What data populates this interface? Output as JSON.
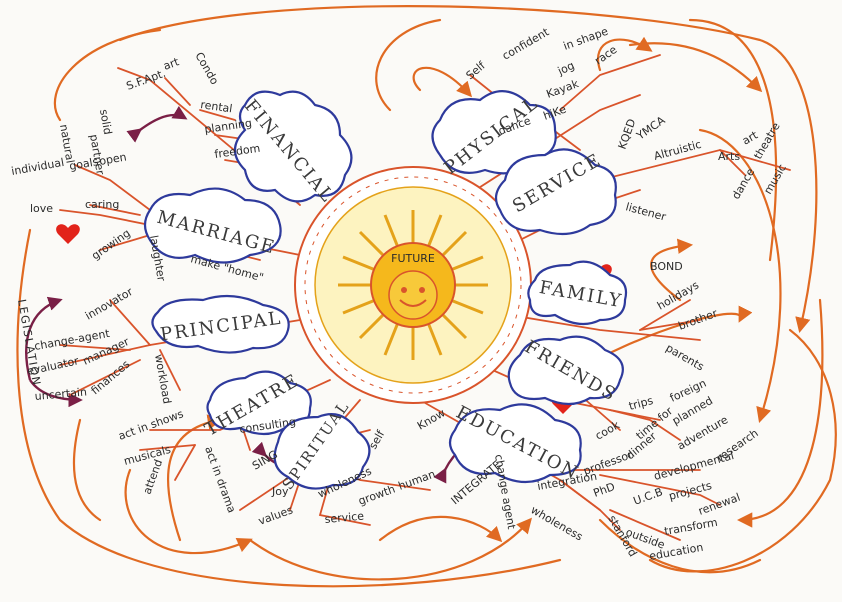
{
  "center": {
    "label": "FUTURE"
  },
  "hubs": {
    "financial": "FINANCIAL",
    "physical": "PHYSICAL",
    "service": "SERVICE",
    "marriage": "MARRIAGE",
    "family": "FAMILY",
    "principal": "PRINCIPAL",
    "friends": "FRIENDS",
    "theatre": "THEATRE",
    "spiritual": "SPIRITUAL",
    "education": "EDUCATION"
  },
  "words": {
    "condo": "Condo",
    "art_fin": "art",
    "sfapt": "S.F.Apt.",
    "rental": "rental",
    "planning": "planning",
    "freedom": "freedom",
    "solid": "solid",
    "partner": "partner",
    "natural": "natural",
    "individual": "individual",
    "goals": "goals",
    "open": "open",
    "love": "love",
    "caring": "caring",
    "growing": "growing",
    "laughter": "laughter",
    "make_home": "make \"home\"",
    "self_phys": "Self",
    "confident": "confident",
    "in_shape": "in shape",
    "jog": "jog",
    "race": "race",
    "kayak": "Kayak",
    "hike": "hiKe",
    "dance_phys": "dance",
    "ymca": "YMCA",
    "koed": "KQED",
    "altruistic": "Altruistic",
    "arts": "Arts",
    "art_svc": "art",
    "theatre_svc": "theatre",
    "music": "music",
    "dance_svc": "dance",
    "listener": "listener",
    "bond": "BOND",
    "holidays": "holidays",
    "brother": "brother",
    "parents": "parents",
    "innovator": "innovator",
    "change_agent": "change-agent",
    "evaluator": "evaluator",
    "manager": "manager",
    "uncertain": "uncertain",
    "finances": "finances",
    "workload": "workload",
    "legislation": "LEGISLATION",
    "trips": "trips",
    "foreign": "foreign",
    "planned": "planned",
    "adventure": "adventure",
    "time_for": "time for",
    "dinner": "dinner",
    "cook": "cook",
    "consulting": "consulting",
    "act_in_shows": "act in shows",
    "musicals": "musicals",
    "act_in_drama": "act in drama",
    "attend": "attend",
    "sing": "SING",
    "know": "Know",
    "self_spirit": "self",
    "wholeness": "wholeness",
    "joy": "Joy",
    "growth": "growth",
    "human": "human",
    "values": "values",
    "service_sp": "service",
    "integrate": "INTEGRATE",
    "change_agent_edu": "change agent",
    "integration": "integration",
    "wholeness_edu": "wholeness",
    "professor": "professor",
    "phd": "PhD",
    "ucb": "U.C.B",
    "stanford": "stanford",
    "outside": "outside",
    "developmental": "developmental",
    "research": "research",
    "projects": "projects",
    "renewal": "renewal",
    "transform": "transform",
    "education_w": "education"
  },
  "colors": {
    "cloud_outline": "#2e3a9c",
    "branch": "#d9542b",
    "arrow": "#e06a22",
    "sun": "#f3b51b",
    "heart": "#e2231a"
  }
}
